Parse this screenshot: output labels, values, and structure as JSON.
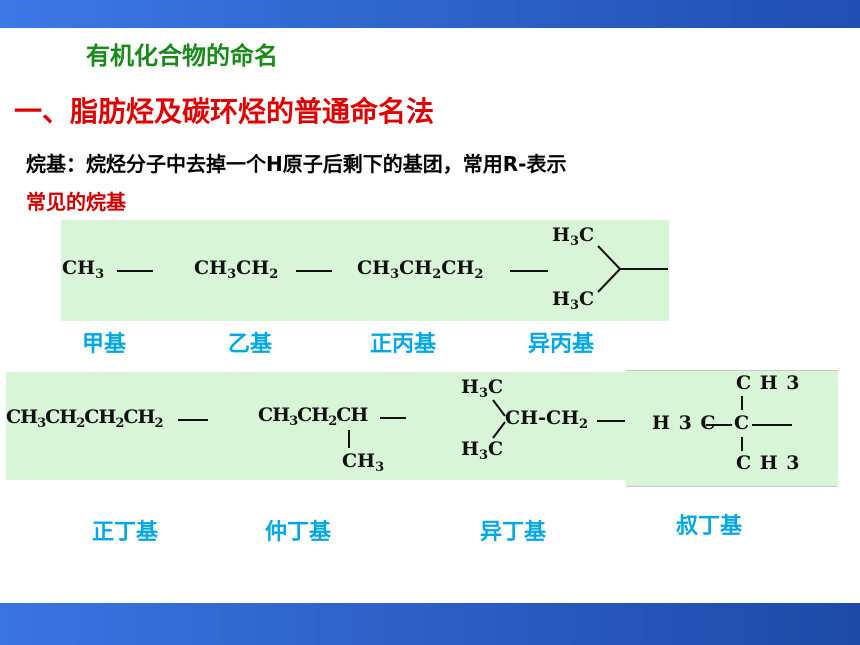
{
  "slide": {
    "title": "有机化合物的命名",
    "heading": "一、脂肪烃及碳环烃的普通命名法",
    "definition": "烷基：烷烃分子中去掉一个H原子后剩下的基团，常用R-表示",
    "subheading": "常见的烷基"
  },
  "row1": {
    "methyl": {
      "formula": [
        "CH",
        "3"
      ],
      "label": "甲基"
    },
    "ethyl": {
      "formula": [
        "CH",
        "3",
        "CH",
        "2"
      ],
      "label": "乙基"
    },
    "propyl": {
      "formula": [
        "CH",
        "3",
        "CH",
        "2",
        "CH",
        "2"
      ],
      "label": "正丙基"
    },
    "isopropyl": {
      "top": [
        "H",
        "3",
        "C"
      ],
      "bottom": [
        "H",
        "3",
        "C"
      ],
      "label": "异丙基"
    }
  },
  "row2": {
    "butyl": {
      "formula": [
        "CH",
        "3",
        "CH",
        "2",
        "CH",
        "2",
        "CH",
        "2"
      ],
      "label": "正丁基"
    },
    "secbutyl": {
      "formula": [
        "CH",
        "3",
        "CH",
        "2",
        "CH"
      ],
      "branch": [
        "CH",
        "3"
      ],
      "label": "仲丁基"
    },
    "isobutyl": {
      "top": [
        "H",
        "3",
        "C"
      ],
      "bottom": [
        "H",
        "3",
        "C"
      ],
      "chain": [
        "CH-",
        "CH",
        "2"
      ],
      "label": "异丁基"
    },
    "tertbutyl": {
      "top": "C H 3",
      "left": "H 3 C",
      "center": "C",
      "bottom": "C H 3",
      "label": "叔丁基"
    }
  },
  "colors": {
    "panel": "#d8f5d8",
    "title": "#1a8a1a",
    "heading": "#e00000",
    "label": "#00a8e8",
    "bar": "#2a5fc8"
  }
}
